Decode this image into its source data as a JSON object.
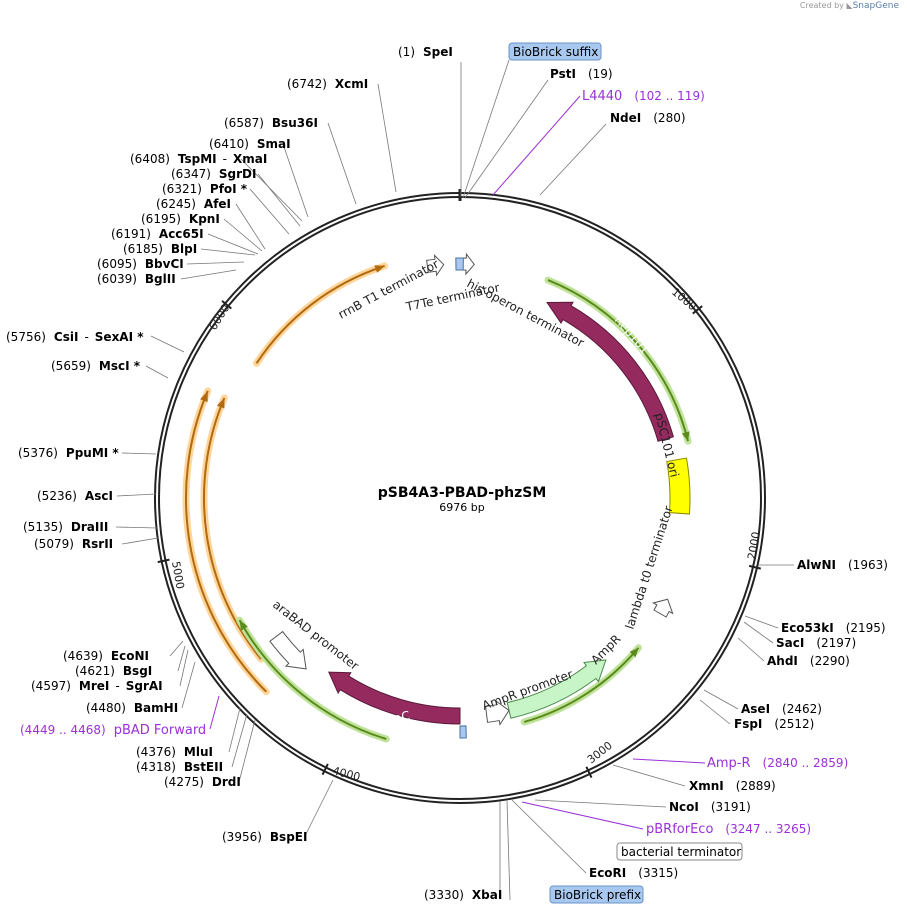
{
  "credit": {
    "prefix": "Created by",
    "brand": "SnapGene"
  },
  "plasmid": {
    "name": "pSB4A3-PBAD-phzSM",
    "length": "6976 bp"
  },
  "ticks": [
    "1000",
    "2000",
    "3000",
    "4000",
    "5000",
    "6000"
  ],
  "features": {
    "rep101": "Rep101",
    "araC": "araC",
    "ampR": "AmpR",
    "psc101_ori": "pSC101 ori",
    "rrnB": "rrnB T1 terminator",
    "t7te": "T7Te terminator",
    "his": "his operon terminator",
    "lambda": "lambda t0 terminator",
    "arabad": "araBAD promoter",
    "ampr_promoter": "AmpR promoter"
  },
  "boxes": {
    "biobrick_suffix": "BioBrick suffix",
    "biobrick_prefix": "BioBrick prefix",
    "bacterial_terminator": "bacterial terminator"
  },
  "sites": {
    "spei": {
      "pos": "(1)",
      "name": "SpeI"
    },
    "psti": {
      "pos": "(19)",
      "name": "PstI"
    },
    "ndei": {
      "pos": "(280)",
      "name": "NdeI"
    },
    "alwni": {
      "pos": "(1963)",
      "name": "AlwNI"
    },
    "eco53ki": {
      "pos": "(2195)",
      "name": "Eco53kI"
    },
    "saci": {
      "pos": "(2197)",
      "name": "SacI"
    },
    "ahdi": {
      "pos": "(2290)",
      "name": "AhdI"
    },
    "asei": {
      "pos": "(2462)",
      "name": "AseI"
    },
    "fspi": {
      "pos": "(2512)",
      "name": "FspI"
    },
    "xmni": {
      "pos": "(2889)",
      "name": "XmnI"
    },
    "ncoi": {
      "pos": "(3191)",
      "name": "NcoI"
    },
    "ecori": {
      "pos": "(3315)",
      "name": "EcoRI"
    },
    "xbai": {
      "pos": "(3330)",
      "name": "XbaI"
    },
    "bspei": {
      "pos": "(3956)",
      "name": "BspEI"
    },
    "drdi": {
      "pos": "(4275)",
      "name": "DrdI"
    },
    "bsteii": {
      "pos": "(4318)",
      "name": "BstEII"
    },
    "mlui": {
      "pos": "(4376)",
      "name": "MluI"
    },
    "bamhi": {
      "pos": "(4480)",
      "name": "BamHI"
    },
    "mrei": {
      "pos": "(4597)",
      "name": "MreI",
      "sep": "-",
      "name2": "SgrAI"
    },
    "bsgi": {
      "pos": "(4621)",
      "name": "BsgI"
    },
    "econi": {
      "pos": "(4639)",
      "name": "EcoNI"
    },
    "rsrii": {
      "pos": "(5079)",
      "name": "RsrII"
    },
    "draiii": {
      "pos": "(5135)",
      "name": "DraIII"
    },
    "asci": {
      "pos": "(5236)",
      "name": "AscI"
    },
    "ppumi": {
      "pos": "(5376)",
      "name": "PpuMI *"
    },
    "msci": {
      "pos": "(5659)",
      "name": "MscI *"
    },
    "csii": {
      "pos": "(5756)",
      "name": "CsiI",
      "sep": "-",
      "name2": "SexAI *"
    },
    "bglii": {
      "pos": "(6039)",
      "name": "BglII"
    },
    "bbvci": {
      "pos": "(6095)",
      "name": "BbvCI"
    },
    "blpi": {
      "pos": "(6185)",
      "name": "BlpI"
    },
    "acc65i": {
      "pos": "(6191)",
      "name": "Acc65I"
    },
    "kpni": {
      "pos": "(6195)",
      "name": "KpnI"
    },
    "afei": {
      "pos": "(6245)",
      "name": "AfeI"
    },
    "pfoi": {
      "pos": "(6321)",
      "name": "PfoI *"
    },
    "sgrdi": {
      "pos": "(6347)",
      "name": "SgrDI"
    },
    "tspmi": {
      "pos": "(6408)",
      "name": "TspMI",
      "sep": "-",
      "name2": "XmaI"
    },
    "smai": {
      "pos": "(6410)",
      "name": "SmaI"
    },
    "bsu36i": {
      "pos": "(6587)",
      "name": "Bsu36I"
    },
    "xcmi": {
      "pos": "(6742)",
      "name": "XcmI"
    }
  },
  "primers": {
    "l4440": {
      "name": "L4440",
      "range": "(102 .. 119)"
    },
    "ampr": {
      "name": "Amp-R",
      "range": "(2840 .. 2859)"
    },
    "pbrforeco": {
      "name": "pBRforEco",
      "range": "(3247 .. 3265)"
    },
    "pbad": {
      "name": "pBAD Forward",
      "range": "(4449 .. 4468)"
    }
  },
  "colors": {
    "backbone": "#222222",
    "cds": "#942a5e",
    "ori": "#ffff00",
    "translation": "#5c8a1c",
    "translation_glow": "#bfe39a",
    "orange_outline": "#b06a10",
    "orange_glow": "#ffd59a",
    "promoter_fill": "#ffffff",
    "ampr_fill": "#c8f5c8",
    "primer": "#9b30d8",
    "box_blue": "#a8c8f0"
  }
}
